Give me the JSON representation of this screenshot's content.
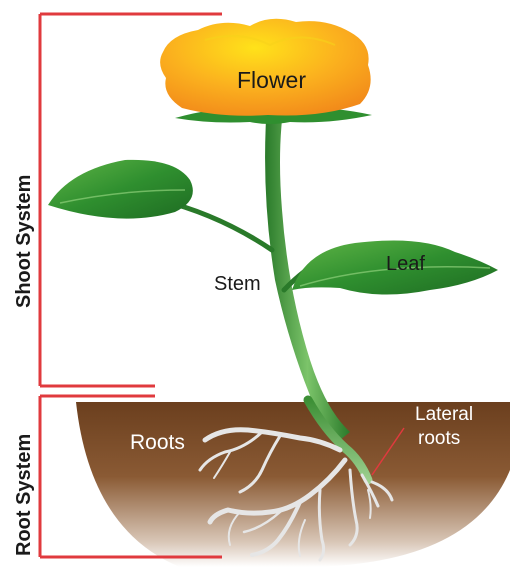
{
  "labels": {
    "flower": "Flower",
    "stem": "Stem",
    "leaf": "Leaf",
    "roots": "Roots",
    "lateral_roots_line1": "Lateral",
    "lateral_roots_line2": "roots",
    "shoot_system": "Shoot System",
    "root_system": "Root System"
  },
  "colors": {
    "bracket": "#e03a3e",
    "soil_top": "#6b3f1e",
    "soil_bottom": "#ffffff",
    "leaf": "#2f8f2f",
    "flower": "#f7a71e",
    "roots": "#e6e6e6"
  }
}
